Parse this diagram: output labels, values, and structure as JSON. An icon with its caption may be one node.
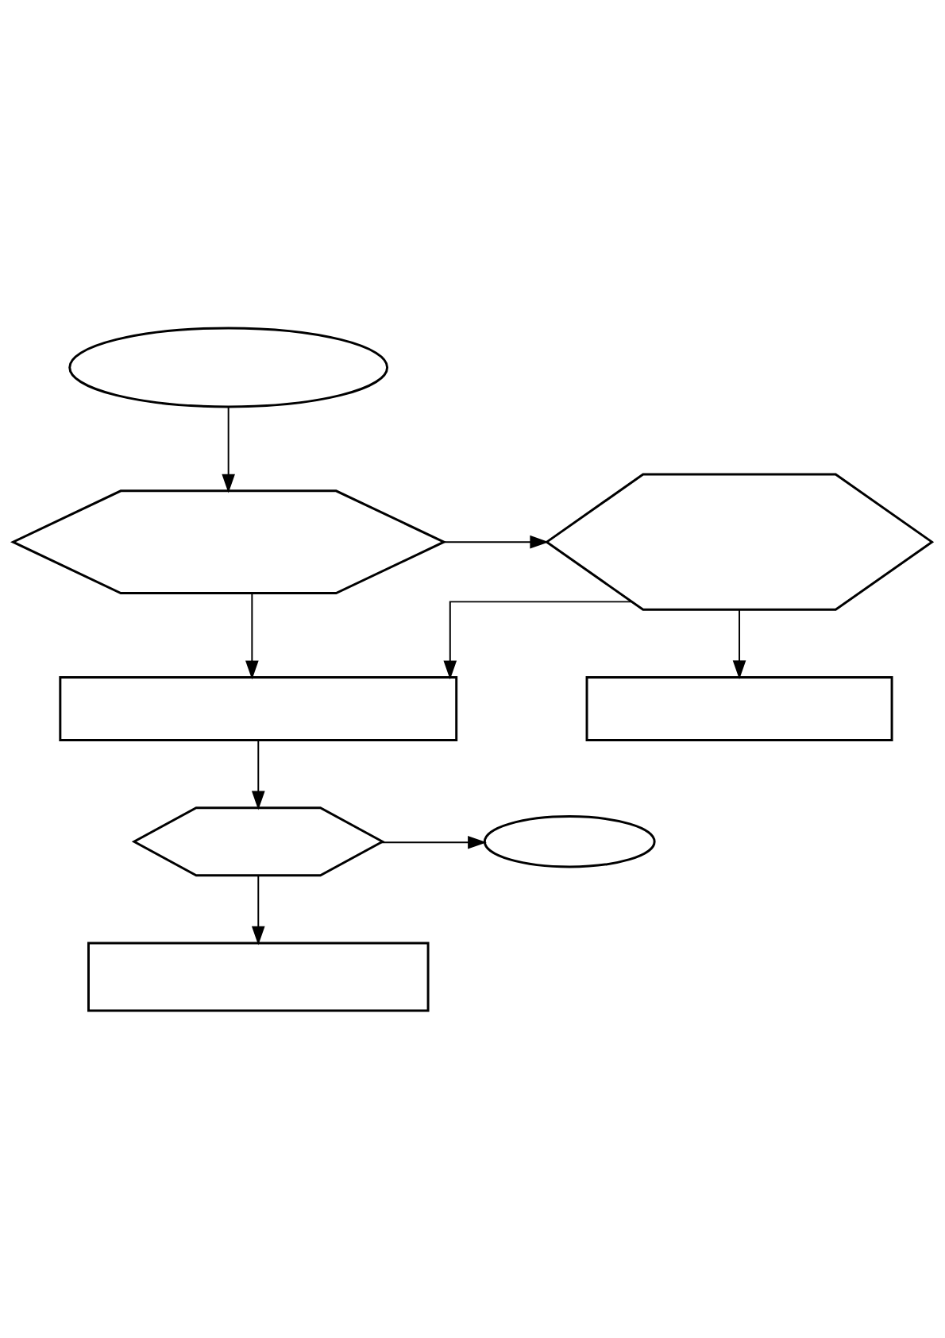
{
  "diagram": {
    "nodes": [
      {
        "text": [],
        "shape": "ellipse"
      },
      {
        "text": [],
        "shape": "hexagon"
      },
      {
        "text": [],
        "shape": "hexagon"
      },
      {
        "text": [],
        "shape": "box"
      },
      {
        "text": [],
        "shape": "box"
      },
      {
        "text": [],
        "shape": "hexagon"
      },
      {
        "text": [],
        "shape": "ellipse"
      },
      {
        "text": [],
        "shape": "box"
      }
    ],
    "edges": [
      {
        "from": 0,
        "to": 1,
        "arrow": "to"
      },
      {
        "from": 1,
        "to": 2,
        "arrow": "to"
      },
      {
        "from": 2,
        "to": 3,
        "arrow": "to"
      },
      {
        "from": 2,
        "to": 4,
        "arrow": "to"
      },
      {
        "from": 1,
        "to": 4,
        "arrow": "to"
      },
      {
        "from": 4,
        "to": 5,
        "arrow": "to"
      },
      {
        "from": 5,
        "to": 6,
        "arrow": "to"
      },
      {
        "from": 5,
        "to": 7,
        "arrow": "to"
      }
    ]
  }
}
